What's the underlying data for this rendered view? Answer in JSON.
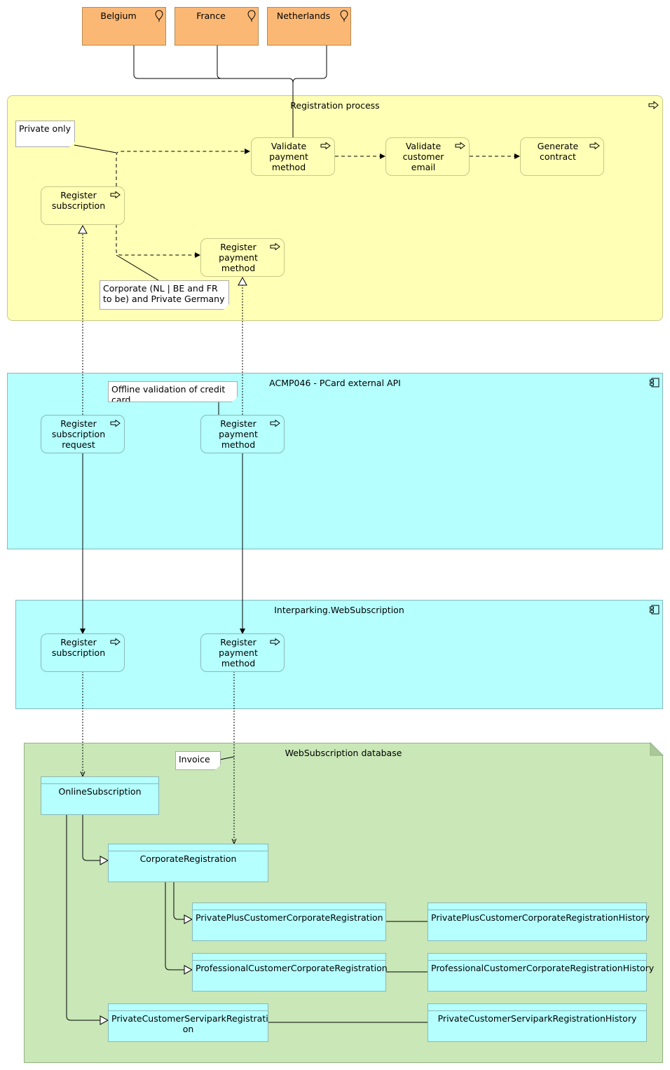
{
  "locations": [
    "Belgium",
    "France",
    "Netherlands"
  ],
  "groups": {
    "registration_process": "Registration process",
    "pcard_api": "ACMP046 - PCard external API",
    "websubscription": "Interparking.WebSubscription",
    "database": "WebSubscription database"
  },
  "process_steps": {
    "validate_payment": "Validate payment method",
    "validate_email": "Validate customer email",
    "generate_contract": "Generate contract",
    "register_subscription": "Register subscription",
    "register_payment": "Register payment method",
    "api_register_subscription_request": "Register subscription request",
    "api_register_payment": "Register payment method",
    "ws_register_subscription": "Register subscription",
    "ws_register_payment": "Register payment method"
  },
  "notes": {
    "private_only": "Private only",
    "corporate": "Corporate (NL | BE and FR to be) and Private Germany",
    "offline_validation": "Offline validation of credit card",
    "invoice": "Invoice"
  },
  "data_objects": {
    "online_subscription": "OnlineSubscription",
    "corporate_registration": "CorporateRegistration",
    "private_plus_corp": "PrivatePlusCustomerCorporateRegistration",
    "private_plus_corp_history": "PrivatePlusCustomerCorporateRegistrationHistory",
    "professional_corp": "ProfessionalCustomerCorporateRegistration",
    "professional_corp_history": "ProfessionalCustomerCorporateRegistrationHistory",
    "private_servipark": "PrivateCustomerServiparkRegistrati on",
    "private_servipark_history": "PrivateCustomerServiparkRegistrationHistory"
  },
  "colors": {
    "location": "#fbb875",
    "business_layer": "#ffffb5",
    "application_layer": "#b5ffff",
    "technology_layer": "#c9e7b7"
  }
}
